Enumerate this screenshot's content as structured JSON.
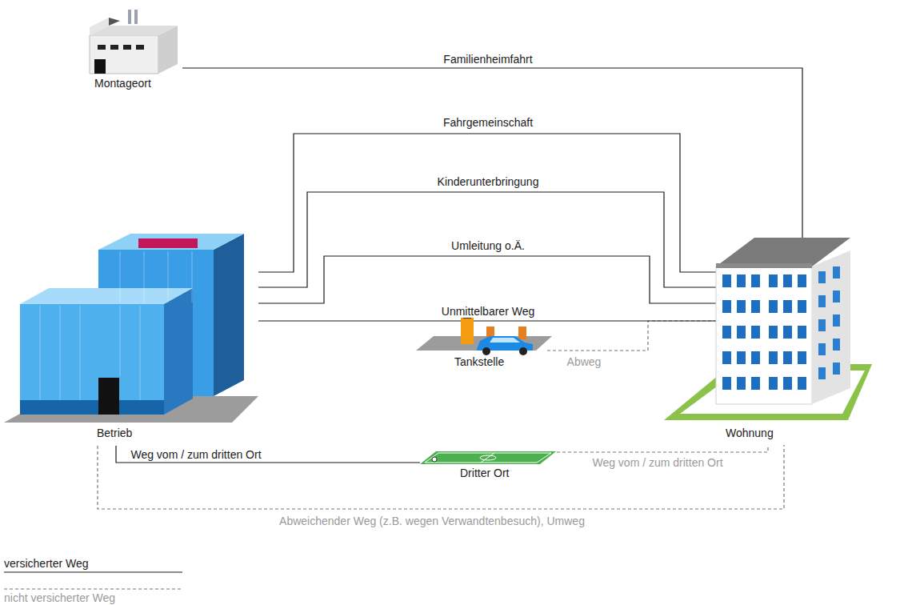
{
  "diagram": {
    "nodes": [
      {
        "text": [
          "Montageort"
        ]
      },
      {
        "text": [
          "Betrieb"
        ]
      },
      {
        "text": [
          "Tankstelle"
        ]
      },
      {
        "text": [
          "Wohnung"
        ]
      },
      {
        "text": [
          "Dritter Ort"
        ]
      }
    ],
    "edges": [
      {
        "from": 0,
        "to": 3,
        "label": "Familienheimfahrt",
        "arrow": "none"
      },
      {
        "from": 1,
        "to": 3,
        "label": "Fahrgemeinschaft",
        "arrow": "none"
      },
      {
        "from": 1,
        "to": 3,
        "label": "Kinderunterbringung",
        "arrow": "none"
      },
      {
        "from": 1,
        "to": 3,
        "label": "Umleitung o.Ä.",
        "arrow": "none"
      },
      {
        "from": 1,
        "to": 3,
        "label": "Unmittelbarer Weg",
        "arrow": "none"
      },
      {
        "from": 2,
        "to": 3,
        "label": "Abweg",
        "arrow": "none"
      },
      {
        "from": 1,
        "to": 4,
        "label": "Weg vom / zum dritten Ort",
        "arrow": "none"
      },
      {
        "from": 4,
        "to": 3,
        "label": "Weg vom / zum dritten Ort",
        "arrow": "none"
      },
      {
        "from": 1,
        "to": 3,
        "label": "Abweichender Weg (z.B. wegen Verwandtenbesuch), Umweg",
        "arrow": "none"
      }
    ],
    "legend": [
      {
        "text": "versicherter Weg"
      },
      {
        "text": "nicht versicherter Weg"
      }
    ]
  }
}
